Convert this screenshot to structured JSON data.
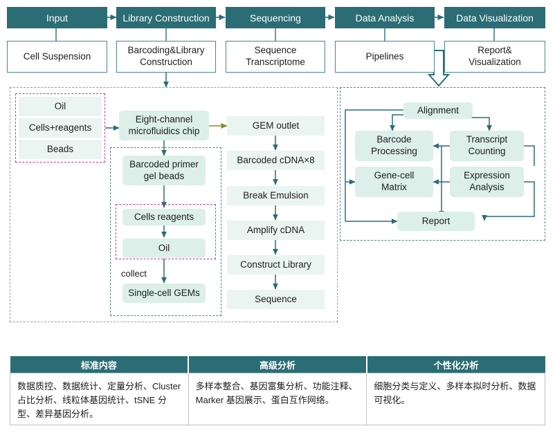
{
  "flow": {
    "stages": [
      {
        "title": "Input",
        "detail": "Cell Suspension"
      },
      {
        "title": "Library Construction",
        "detail": "Barcoding&Library\nConstruction"
      },
      {
        "title": "Sequencing",
        "detail": "Sequence\nTranscriptome"
      },
      {
        "title": "Data Analysis",
        "detail": "Pipelines"
      },
      {
        "title": "Data Visualization",
        "detail": "Report&\nVisualization"
      }
    ]
  },
  "inputs": {
    "items": [
      "Oil",
      "Cells+reagents",
      "Beads"
    ]
  },
  "library": {
    "chip": "Eight-channel\nmicrofluidics chip",
    "beads": "Barcoded primer\ngel beads",
    "emulsion": [
      "Cells reagents",
      "Oil"
    ],
    "collect_label": "collect",
    "gems": "Single-cell GEMs"
  },
  "sequencing": {
    "steps": [
      "GEM outlet",
      "Barcoded cDNA×8",
      "Break Emulsion",
      "Amplify cDNA",
      "Construct Library",
      "Sequence"
    ]
  },
  "analysis": {
    "alignment": "Alignment",
    "barcode": "Barcode\nProcessing",
    "transcript": "Transcript\nCounting",
    "matrix": "Gene-cell\nMatrix",
    "expression": "Expression\nAnalysis",
    "report": "Report"
  },
  "table": {
    "headers": [
      "标准内容",
      "高级分析",
      "个性化分析"
    ],
    "cells": [
      "数据质控、数据统计、定量分析、Cluster 占比分析、线粒体基因统计、tSNE 分型、差异基因分析。",
      "多样本整合、基因富集分析、功能注释、Marker 基因展示、蛋白互作网络。",
      "细胞分类与定义、多样本拟时分析、数据可视化。"
    ]
  },
  "colors": {
    "teal": "#2a6d75",
    "green_fill": "#dcefe9",
    "magenta_dash": "#c23aa8",
    "olive_arrow": "#8b8b35",
    "gray_dash": "#9a9a9a"
  }
}
